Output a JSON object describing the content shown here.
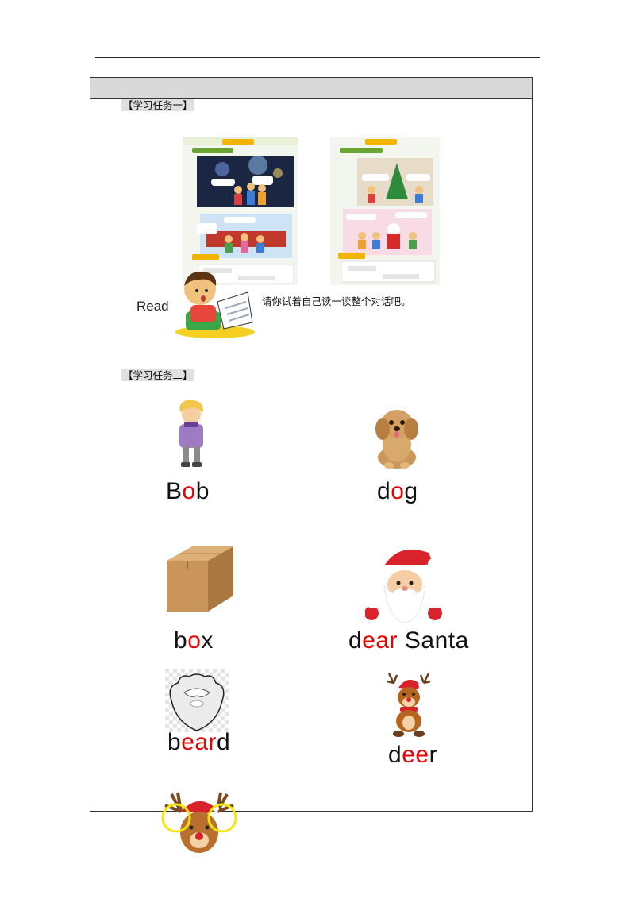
{
  "tasks": {
    "task1_label": "【学习任务一】",
    "task2_label": "【学习任务二】"
  },
  "read": {
    "label": "Read",
    "instruction": "请你试着自己读一读整个对话吧。"
  },
  "words": [
    {
      "parts": [
        "B",
        "o",
        "b"
      ]
    },
    {
      "parts": [
        "d",
        "o",
        "g"
      ]
    },
    {
      "parts": [
        "b",
        "o",
        "x"
      ]
    },
    {
      "parts": [
        "d",
        "ear",
        " Santa"
      ]
    },
    {
      "parts": [
        "b",
        "ear",
        "d"
      ]
    },
    {
      "parts": [
        "d",
        "ee",
        "r"
      ]
    }
  ],
  "colors": {
    "highlight": "#e60000",
    "task_bg": "#e0e0e0",
    "header_bg": "#d9d9d9"
  }
}
